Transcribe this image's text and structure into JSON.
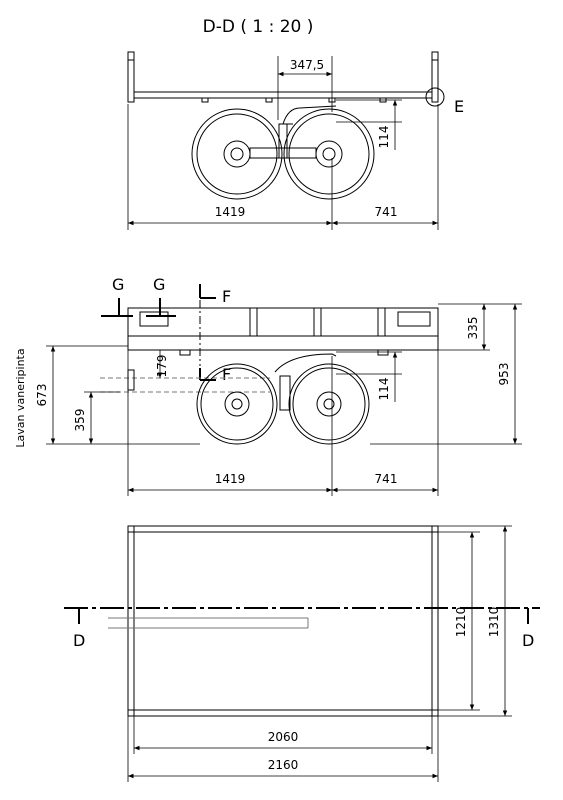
{
  "view_title": "D-D ( 1 : 20 )",
  "section_view": {
    "dim_offset": "347,5",
    "dim_height": "114",
    "dim_left": "1419",
    "dim_right": "741",
    "detail_label": "E"
  },
  "side_view": {
    "label_g1": "G",
    "label_g2": "G",
    "label_f_top": "F",
    "label_f_bottom": "F",
    "dim_top_height": "335",
    "dim_total_height": "953",
    "dim_179": "179",
    "dim_114": "114",
    "dim_359": "359",
    "dim_673": "673",
    "side_label": "Lavan vaneripinta",
    "dim_left": "1419",
    "dim_right": "741"
  },
  "top_view": {
    "section_label_left": "D",
    "section_label_right": "D",
    "dim_1210": "1210",
    "dim_1310": "1310",
    "dim_2060": "2060",
    "dim_2160": "2160"
  }
}
